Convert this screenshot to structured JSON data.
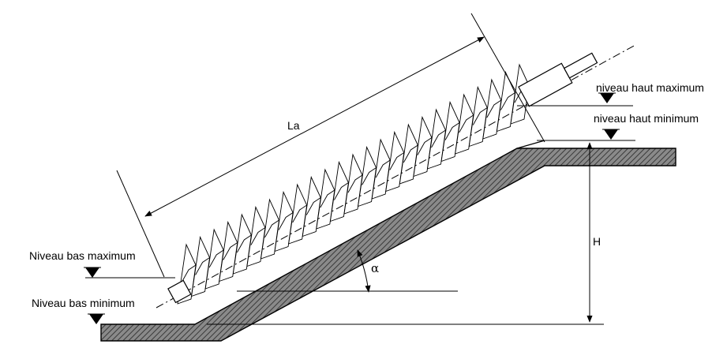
{
  "labels": {
    "length": "La",
    "height": "H",
    "angle": "α",
    "high_max": "niveau haut maximum",
    "high_min": "niveau haut minimum",
    "low_max": "Niveau bas maximum",
    "low_min": "Niveau bas minimum"
  },
  "screw": {
    "flights": 25
  },
  "colors": {
    "line": "#000000",
    "hatch_fill": "#7a7a7a",
    "background": "#ffffff"
  }
}
